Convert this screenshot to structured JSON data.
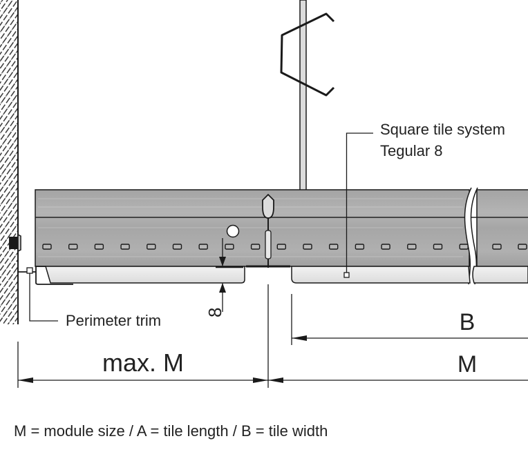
{
  "diagram": {
    "title": "Square tile system Tegular 8 — perimeter trim section",
    "callouts": {
      "system_line1": "Square tile system",
      "system_line2": "Tegular 8",
      "perimeter_trim": "Perimeter trim"
    },
    "dimensions": {
      "edge_reveal": "8",
      "max_module": "max. M",
      "tile_width": "B",
      "module": "M"
    },
    "legend": "M = module size / A = tile length / B = tile width",
    "components": [
      "wall",
      "hanger-wire",
      "suspension-clip",
      "main-runner",
      "cross-tee",
      "ceiling-tile",
      "perimeter-trim",
      "wall-fixing"
    ],
    "colors": {
      "line": "#1a1a1a",
      "rail_fill": "#a9a9a9",
      "tile_fill": "#e6e6e6",
      "wire_fill": "#dcdcdc"
    }
  }
}
